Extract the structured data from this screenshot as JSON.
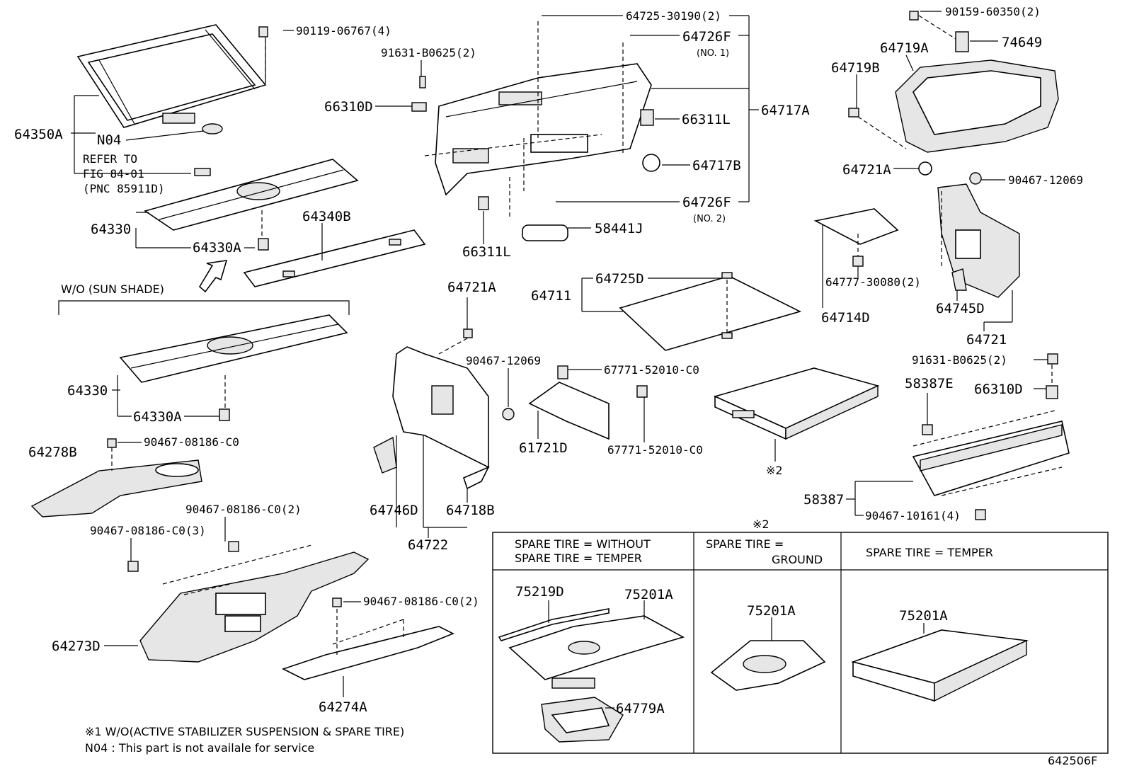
{
  "labels": {
    "p64350A": "64350A",
    "pN04": "N04",
    "refer1": "REFER TO",
    "refer2": "FIG 84-01",
    "refer3": "(PNC 85911D)",
    "p90119": "90119-06767(4)",
    "p64330_top": "64330",
    "p64330A_top": "64330A",
    "p64340B": "64340B",
    "wo_sun": "W/O (SUN SHADE)",
    "p64330_bot": "64330",
    "p64330A_bot": "64330A",
    "p64278B": "64278B",
    "p90467_08186_a": "90467-08186-C0",
    "p90467_08186_2a": "90467-08186-C0(2)",
    "p90467_08186_3": "90467-08186-C0(3)",
    "p90467_08186_2b": "90467-08186-C0(2)",
    "p64273D": "64273D",
    "p64274A": "64274A",
    "p91631_top": "91631-B0625(2)",
    "p66310D_top": "66310D",
    "p64725_30190": "64725-30190(2)",
    "p64726F_1": "64726F",
    "no1": "(NO. 1)",
    "p66311L_right": "66311L",
    "p64717A": "64717A",
    "p64717B": "64717B",
    "p64726F_2": "64726F",
    "no2": "(NO. 2)",
    "p66311L_bot": "66311L",
    "p58441J": "58441J",
    "p64721A_mid": "64721A",
    "p90467_12069_mid": "90467-12069",
    "p64746D": "64746D",
    "p64718B": "64718B",
    "p64722": "64722",
    "p67771_a": "67771-52010-C0",
    "p67771_b": "67771-52010-C0",
    "p61721D": "61721D",
    "p64725D": "64725D",
    "p64711": "64711",
    "p90159": "90159-60350(2)",
    "p74649": "74649",
    "p64719A": "64719A",
    "p64719B": "64719B",
    "p64721A_right": "64721A",
    "p90467_12069_right": "90467-12069",
    "p64777": "64777-30080(2)",
    "p64714D": "64714D",
    "p64745D": "64745D",
    "p64721": "64721",
    "p91631_right": "91631-B0625(2)",
    "p58387E": "58387E",
    "p66310D_right": "66310D",
    "ref2_tray": "※2",
    "p58387": "58387",
    "p90467_10161": "90467-10161(4)",
    "ref2_table": "※2",
    "t_col1_l1": "SPARE TIRE = WITHOUT",
    "t_col1_l2": "SPARE TIRE = TEMPER",
    "t_col2_l1": "SPARE TIRE =",
    "t_col2_l2": "GROUND",
    "t_col3": "SPARE TIRE = TEMPER",
    "p75219D": "75219D",
    "p75201A_1": "75201A",
    "p64779A": "64779A",
    "p75201A_2": "75201A",
    "p75201A_3": "75201A",
    "foot1": "※1 W/O(ACTIVE STABILIZER SUSPENSION & SPARE TIRE)",
    "foot2": "N04 :  This part is not availale for service",
    "fig_id": "642506F"
  }
}
